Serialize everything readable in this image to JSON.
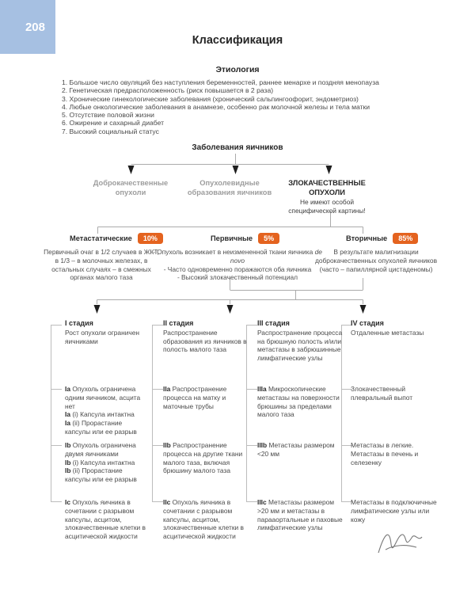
{
  "page": {
    "number": "208",
    "title": "Классификация"
  },
  "colors": {
    "badge_accent": "#e4631f",
    "page_number_tab": "#a6c0e2",
    "muted_branch": "#9d9d9d"
  },
  "etiology": {
    "heading": "Этиология",
    "items": [
      "1. Большое число овуляций без наступления беременностей, раннее менархе и поздняя менопауза",
      "2. Генетическая предрасположенность (риск повышается в 2 раза)",
      "3. Хронические гинекологические заболевания (хронический сальпингоофорит, эндометриоз)",
      "4. Любые онкологические заболевания в анамнезе, особенно рак молочной железы и тела матки",
      "5. Отсутствие половой жизни",
      "6. Ожирение и сахарный диабет",
      "7. Высокий социальный статус"
    ]
  },
  "tree": {
    "root": "Заболевания яичников",
    "branches": [
      {
        "label": "Доброкачественные опухоли"
      },
      {
        "label": "Опухолевидные образования яичников"
      },
      {
        "label": "ЗЛОКАЧЕСТВЕННЫЕ ОПУХОЛИ",
        "note": "Не имеют особой специфической картины!"
      }
    ]
  },
  "types": [
    {
      "name": "Метастатические",
      "badge": "10%",
      "desc": "Первичный очаг в 1/2 случаев в ЖКТ, в 1/3 – в молочных железах, в остальных случаях – в смежных органах малого таза"
    },
    {
      "name": "Первичные",
      "badge": "5%",
      "line1_text": "- Опухоль возникает в неизмененной ткани яичника ",
      "line1_em": "de novo",
      "line2": "- Часто одновременно поражаются оба яичника",
      "line3": "- Высокий злокачественный потенциал"
    },
    {
      "name": "Вторичные",
      "badge": "85%",
      "desc": "В результате малигнизации доброкачественных опухолей яичников (часто – папиллярной цистаденомы)"
    }
  ],
  "stages": [
    {
      "title": "I стадия",
      "summary": "Рост опухоли ограничен яичниками",
      "groups": [
        {
          "lines": [
            {
              "b": "Ia",
              "t": "Опухоль ограничена одним яичником, асцита нет"
            },
            {
              "b": "Ia",
              "t": "(i) Капсула интактна"
            },
            {
              "b": "Ia",
              "t": "(ii) Прорастание капсулы или ее разрыв"
            }
          ]
        },
        {
          "lines": [
            {
              "b": "Ib",
              "t": "Опухоль ограничена двумя яичниками"
            },
            {
              "b": "Ib",
              "t": "(i) Капсула интактна"
            },
            {
              "b": "Ib",
              "t": "(ii) Прорастание капсулы или ее разрыв"
            }
          ]
        },
        {
          "lines": [
            {
              "b": "Ic",
              "t": "Опухоль яичника в сочетании с разрывом капсулы, асцитом, злокачественные клетки в асцитической жидкости"
            }
          ]
        }
      ]
    },
    {
      "title": "II стадия",
      "summary": "Распространение образования из яичников в полость малого таза",
      "groups": [
        {
          "lines": [
            {
              "b": "IIa",
              "t": "Распространение процесса на матку и маточные трубы"
            }
          ]
        },
        {
          "lines": [
            {
              "b": "IIb",
              "t": "Распространение процесса на другие ткани малого таза, включая брюшину малого таза"
            }
          ]
        },
        {
          "lines": [
            {
              "b": "IIc",
              "t": "Опухоль яичника в сочетании с разрывом капсулы, асцитом, злокачественные клетки в асцитической жидкости"
            }
          ]
        }
      ]
    },
    {
      "title": "III стадия",
      "summary": "Распространение процесса на брюшную полость и/или метастазы в забрюшинные лимфатические узлы",
      "groups": [
        {
          "lines": [
            {
              "b": "IIIa",
              "t": "Микроскопические метастазы на поверхности брюшины за пределами малого таза"
            }
          ]
        },
        {
          "lines": [
            {
              "b": "IIIb",
              "t": "Метастазы размером <20 мм"
            }
          ]
        },
        {
          "lines": [
            {
              "b": "IIIc",
              "t": "Метастазы размером >20 мм и метастазы в парааортальные и паховые лимфатические узлы"
            }
          ]
        }
      ]
    },
    {
      "title": "IV стадия",
      "summary": "Отдаленные метастазы",
      "groups": [
        {
          "lines": [
            {
              "b": "",
              "t": "Злокачественный плевральный выпот"
            }
          ]
        },
        {
          "lines": [
            {
              "b": "",
              "t": "Метастазы в легкие. Метастазы в печень и селезенку"
            }
          ]
        },
        {
          "lines": [
            {
              "b": "",
              "t": "Метастазы в подключичные лимфатические узлы или кожу"
            }
          ]
        }
      ]
    }
  ]
}
